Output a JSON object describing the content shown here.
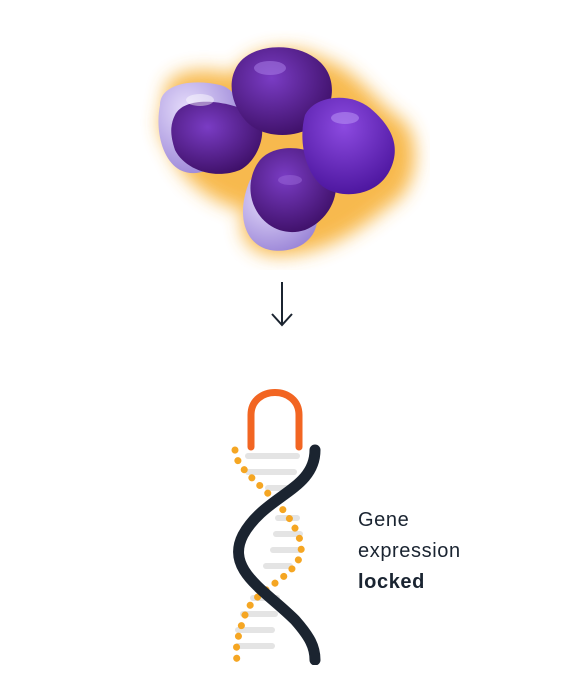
{
  "label": {
    "line1": "Gene",
    "line2": "expression",
    "line3": "locked"
  },
  "colors": {
    "protein_dark": "#4a1478",
    "protein_mid": "#6a2bb0",
    "protein_light": "#b7a6e6",
    "glow": "#f7b23b",
    "loop": "#f26522",
    "dots": "#f5a623",
    "strand": "#1b2430",
    "rungs": "#e6e6e6",
    "text": "#1a2431"
  },
  "icons": {
    "protein": "protein-molecule-icon",
    "arrow": "arrow-down-icon",
    "dna": "rna-hairpin-icon"
  }
}
